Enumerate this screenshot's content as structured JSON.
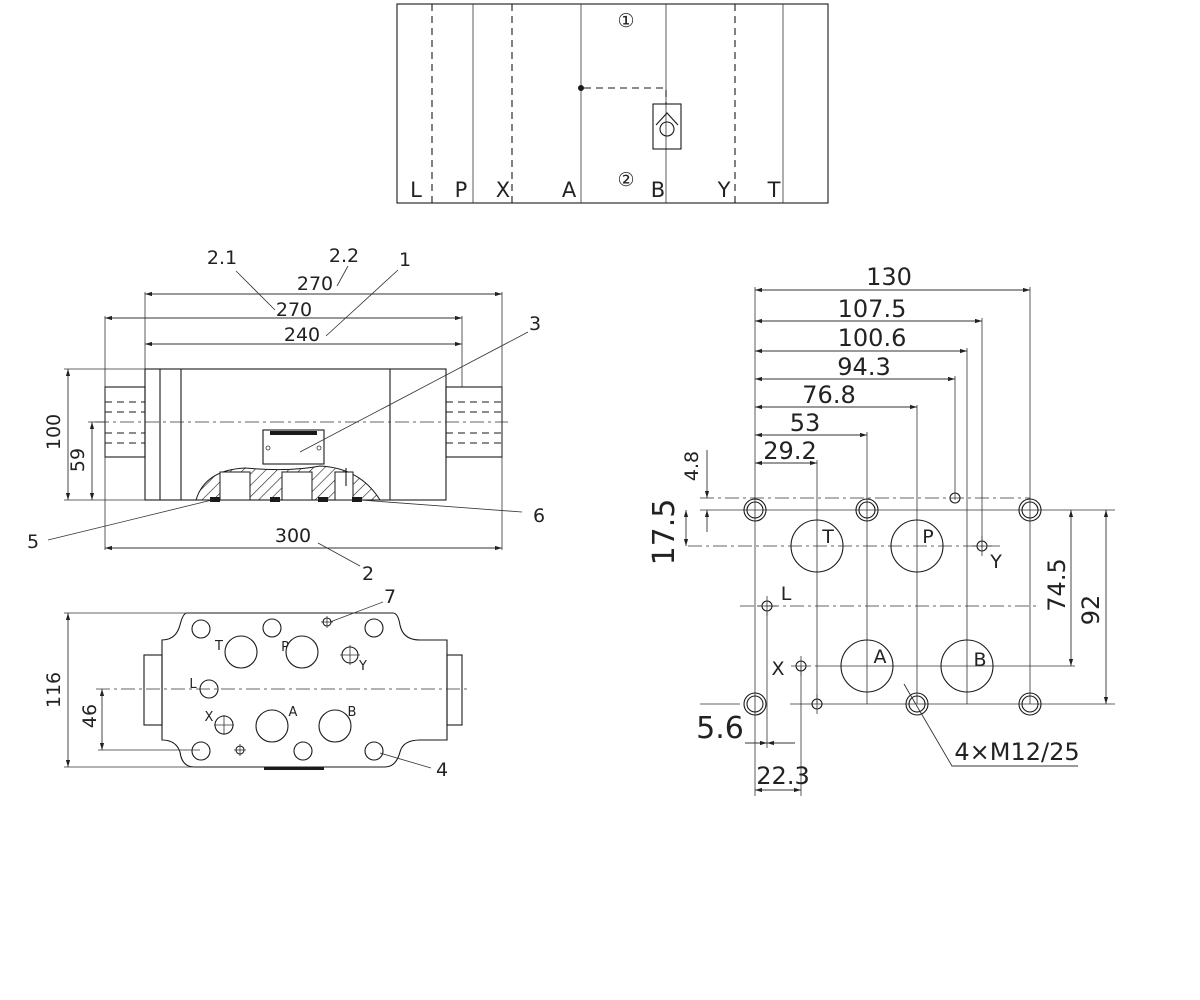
{
  "schematic": {
    "port_labels": [
      "L",
      "P",
      "X",
      "A",
      "B",
      "Y",
      "T"
    ],
    "position_1": "①",
    "position_2": "②"
  },
  "front_view": {
    "dim_overall_length": "300",
    "dim_length_2_1": "270",
    "dim_length_2_2": "270",
    "dim_length_1": "240",
    "dim_height": "100",
    "dim_center_height": "59",
    "callout_2_1": "2.1",
    "callout_2_2": "2.2",
    "callout_1": "1",
    "callout_3": "3",
    "callout_5": "5",
    "callout_6": "6",
    "callout_2": "2"
  },
  "top_view": {
    "dim_width": "116",
    "dim_center": "46",
    "callout_7": "7",
    "callout_4": "4",
    "ports": {
      "T": "T",
      "P": "P",
      "Y": "Y",
      "L": "L",
      "X": "X",
      "A": "A",
      "B": "B"
    }
  },
  "interface_view": {
    "dims_horizontal": [
      "130",
      "107.5",
      "100.6",
      "94.3",
      "76.8",
      "53",
      "29.2"
    ],
    "dim_4_8": "4.8",
    "dim_17_5": "17.5",
    "dim_74_5": "74.5",
    "dim_92": "92",
    "dim_5_6": "5.6",
    "dim_22_3": "22.3",
    "thread_note": "4×M12/25",
    "ports": {
      "T": "T",
      "P": "P",
      "Y": "Y",
      "L": "L",
      "X": "X",
      "A": "A",
      "B": "B"
    }
  }
}
